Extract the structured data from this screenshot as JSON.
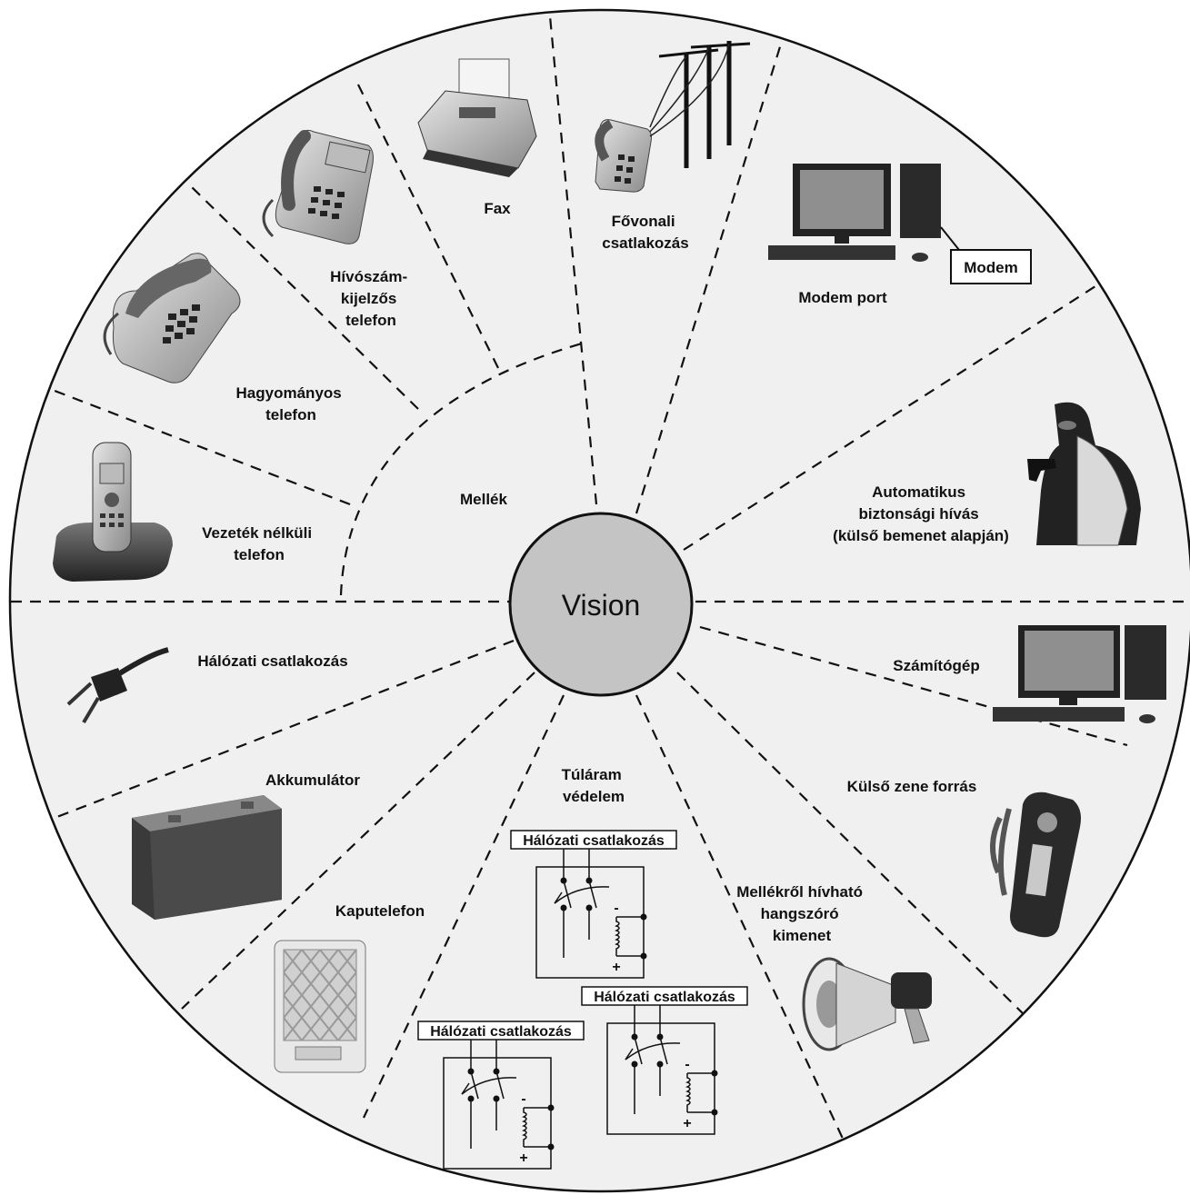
{
  "center": {
    "label": "Vision"
  },
  "extension_group": {
    "label": "Mellék"
  },
  "items": {
    "cordless_phone": [
      "Vezeték nélküli",
      "telefon"
    ],
    "traditional_phone": [
      "Hagyományos",
      "telefon"
    ],
    "caller_id_phone": [
      "Hívószám-",
      "kijelzős",
      "telefon"
    ],
    "fax": [
      "Fax"
    ],
    "main_line": [
      "Fővonali",
      "csatlakozás"
    ],
    "modem_port": [
      "Modem port"
    ],
    "modem_box": "Modem",
    "security_call": [
      "Automatikus",
      "biztonsági hívás",
      "(külső bemenet alapján)"
    ],
    "computer": [
      "Számítógép"
    ],
    "external_music": [
      "Külső zene forrás"
    ],
    "speaker_output": [
      "Mellékről hívható",
      "hangszóró",
      "kimenet"
    ],
    "surge_protection": [
      "Túláram",
      "védelem"
    ],
    "intercom": [
      "Kaputelefon"
    ],
    "battery": [
      "Akkumulátor"
    ],
    "mains": [
      "Hálózati csatlakozás"
    ]
  },
  "relay_circuits": [
    {
      "label": "Hálózati csatlakozás",
      "plus": "+",
      "minus": "-"
    },
    {
      "label": "Hálózati csatlakozás",
      "plus": "+",
      "minus": "-"
    },
    {
      "label": "Hálózati csatlakozás",
      "plus": "+",
      "minus": "-"
    }
  ],
  "icons": [
    "cordless-phone-icon",
    "desk-phone-icon",
    "caller-id-phone-icon",
    "fax-machine-icon",
    "phone-pole-icon",
    "desktop-computer-icon",
    "burglar-icon",
    "mains-plug-icon",
    "battery-icon",
    "door-intercom-icon",
    "megaphone-icon",
    "mp3-player-icon"
  ],
  "colors": {
    "wheel_fill": "#f0f0f0",
    "center_fill": "#c4c4c4",
    "outline": "#111111"
  }
}
